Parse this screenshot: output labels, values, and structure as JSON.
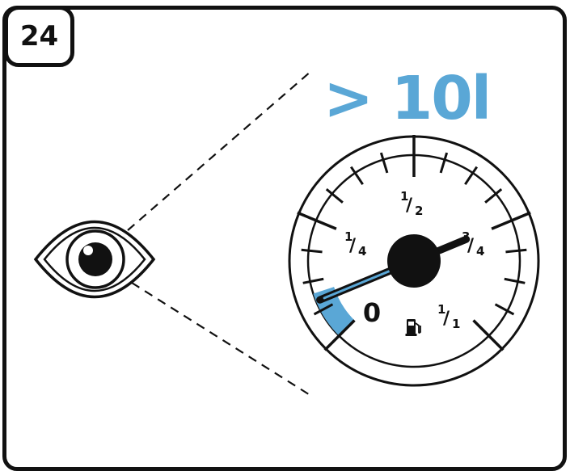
{
  "step": {
    "number": "24"
  },
  "callout": {
    "text": "> 10l"
  },
  "gauge": {
    "labels": {
      "zero": "0",
      "quarter": {
        "num": "1",
        "den": "4"
      },
      "half": {
        "num": "1",
        "den": "2"
      },
      "three_quarter": {
        "num": "3",
        "den": "4"
      },
      "full": {
        "num": "1",
        "den": "1"
      }
    },
    "needle_fraction": 0.75,
    "reserve_fraction": 0.1
  },
  "colors": {
    "accent": "#5aa7d6",
    "outline": "#111111",
    "background": "#ffffff"
  },
  "icons": [
    "eye-icon",
    "fuel-pump-icon"
  ]
}
